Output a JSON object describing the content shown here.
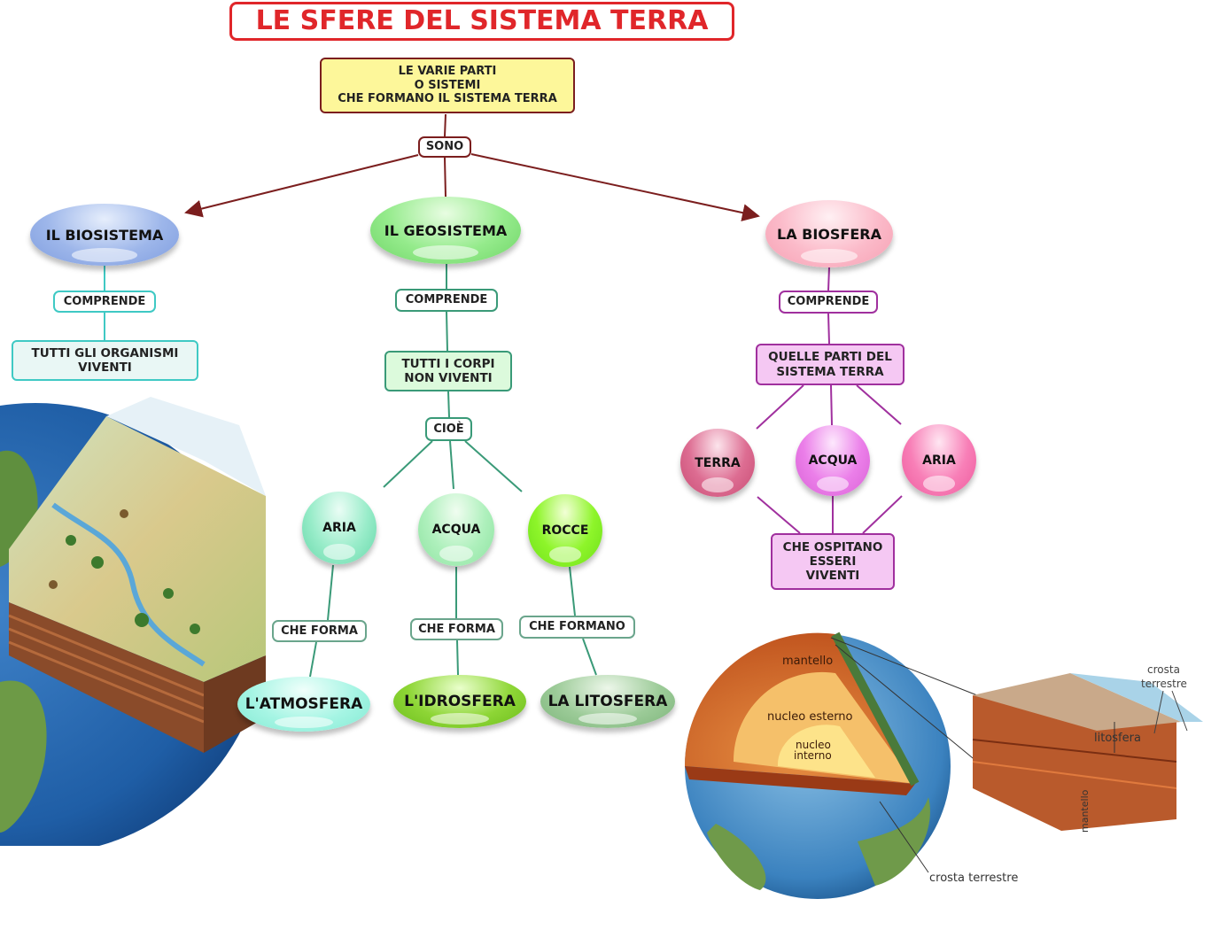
{
  "title": "LE SFERE DEL SISTEMA TERRA",
  "root": "LE VARIE PARTI\nO SISTEMI\nCHE FORMANO IL SISTEMA TERRA",
  "sono": "SONO",
  "biosistema": {
    "label": "IL BIOSISTEMA",
    "comprende": "COMPRENDE",
    "description": "TUTTI GLI ORGANISMI\nVIVENTI"
  },
  "geosistema": {
    "label": "IL GEOSISTEMA",
    "comprende": "COMPRENDE",
    "description": "TUTTI I CORPI\nNON  VIVENTI",
    "cioe": "CIOÈ",
    "elements": [
      {
        "label": "ARIA",
        "link": "CHE FORMA",
        "result": "L'ATMOSFERA"
      },
      {
        "label": "ACQUA",
        "link": "CHE FORMA",
        "result": "L'IDROSFERA"
      },
      {
        "label": "ROCCE",
        "link": "CHE FORMANO",
        "result": "LA LITOSFERA"
      }
    ]
  },
  "biosfera": {
    "label": "LA BIOSFERA",
    "comprende": "COMPRENDE",
    "description": "QUELLE PARTI DEL\nSISTEMA TERRA",
    "parts": [
      "TERRA",
      "ACQUA",
      "ARIA"
    ],
    "result": "CHE OSPITANO\nESSERI\nVIVENTI"
  },
  "earth_diagram": {
    "mantello": "mantello",
    "nucleo_esterno": "nucleo esterno",
    "nucleo_interno_1": "nucleo",
    "nucleo_interno_2": "interno",
    "crosta_terrestre": "crosta terrestre",
    "crosta_1": "crosta",
    "crosta_2": "terrestre",
    "litosfera": "litosfera",
    "mantello_side": "mantello"
  },
  "colors": {
    "title_red": "#e0262a",
    "arrow": "#7b1e1e",
    "root_fill": "#fdf79a"
  }
}
